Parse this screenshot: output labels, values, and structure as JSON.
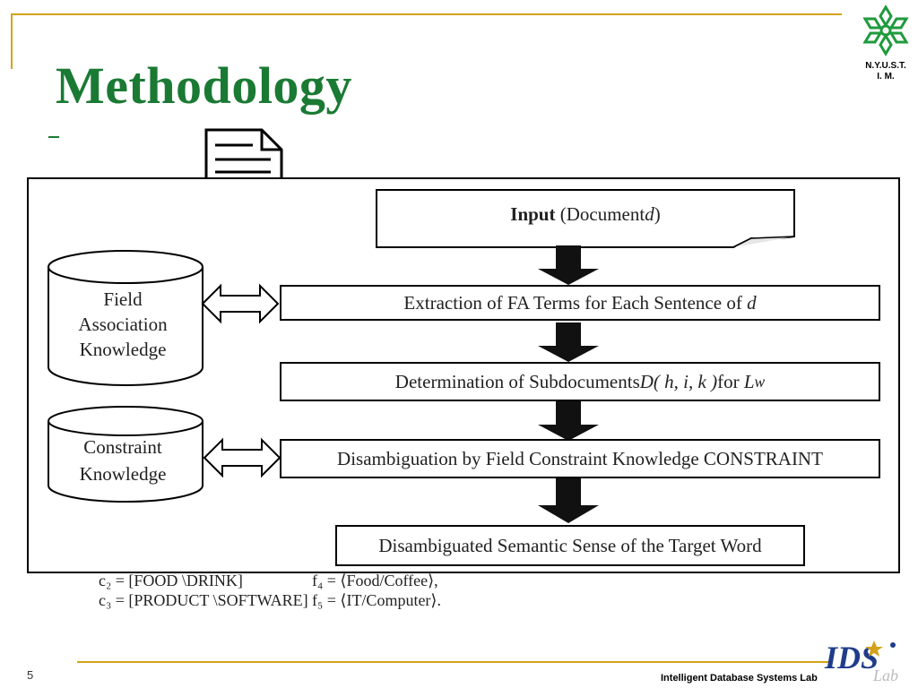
{
  "slide": {
    "title": "Methodology",
    "page_number": "5",
    "footer": "Intelligent Database Systems Lab",
    "logo_top_lines": [
      "N.Y.U.S.T.",
      "I. M."
    ],
    "logo_bottom_text": "IDS Lab",
    "colors": {
      "title": "#1a7a33",
      "accent_line": "#d4a21a",
      "logo_green": "#1f9a3c",
      "logo_blue": "#1f3c8a"
    }
  },
  "diagram": {
    "input": {
      "bold": "Input",
      "rest": "(Document ",
      "var": "d",
      "close": " )"
    },
    "steps": [
      {
        "text": "Extraction of FA Terms for Each Sentence of ",
        "var": "d"
      },
      {
        "text": "Determination of Subdocuments ",
        "var": "D",
        "args": "( h, i, k )",
        "tail": " for ",
        "var2": "L",
        "sub": "w"
      },
      {
        "text": "Disambiguation by Field Constraint Knowledge CONSTRAINT"
      }
    ],
    "output": "Disambiguated Semantic Sense of the Target Word",
    "databases": [
      {
        "lines": [
          "Field",
          "Association",
          "Knowledge"
        ]
      },
      {
        "lines": [
          "Constraint",
          "Knowledge"
        ]
      }
    ]
  },
  "background_text": {
    "lines": [
      {
        "c": "c₂ = [FOOD \\DRINK]",
        "f": "f₄ = ⟨Food/Coffee⟩,"
      },
      {
        "c": "c₃ = [PRODUCT \\SOFTWARE]",
        "f": "f₅ = ⟨IT/Computer⟩."
      }
    ]
  }
}
